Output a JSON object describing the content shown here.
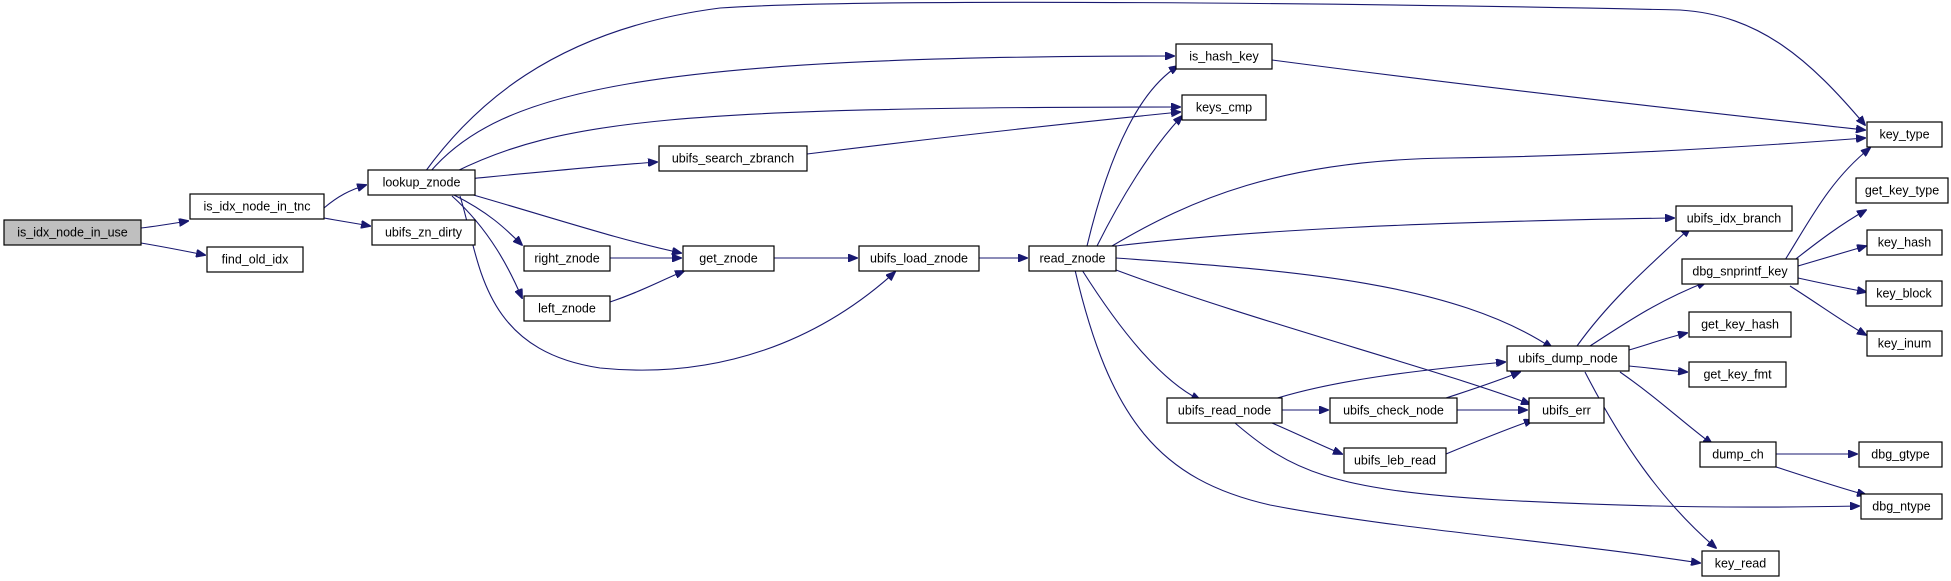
{
  "graph": {
    "root": "is_idx_node_in_use",
    "nodes": {
      "is_idx_node_in_use": "is_idx_node_in_use",
      "is_idx_node_in_tnc": "is_idx_node_in_tnc",
      "find_old_idx": "find_old_idx",
      "lookup_znode": "lookup_znode",
      "ubifs_zn_dirty": "ubifs_zn_dirty",
      "right_znode": "right_znode",
      "left_znode": "left_znode",
      "get_znode": "get_znode",
      "ubifs_load_znode": "ubifs_load_znode",
      "ubifs_search_zbranch": "ubifs_search_zbranch",
      "read_znode": "read_znode",
      "is_hash_key": "is_hash_key",
      "keys_cmp": "keys_cmp",
      "key_type": "key_type",
      "ubifs_idx_branch": "ubifs_idx_branch",
      "ubifs_dump_node": "ubifs_dump_node",
      "ubifs_err": "ubifs_err",
      "ubifs_read_node": "ubifs_read_node",
      "ubifs_check_node": "ubifs_check_node",
      "ubifs_leb_read": "ubifs_leb_read",
      "key_read": "key_read",
      "dbg_snprintf_key": "dbg_snprintf_key",
      "get_key_hash": "get_key_hash",
      "get_key_fmt": "get_key_fmt",
      "dump_ch": "dump_ch",
      "dbg_ntype": "dbg_ntype",
      "get_key_type": "get_key_type",
      "key_hash": "key_hash",
      "key_block": "key_block",
      "key_inum": "key_inum",
      "dbg_gtype": "dbg_gtype"
    },
    "edges": [
      [
        "is_idx_node_in_use",
        "is_idx_node_in_tnc"
      ],
      [
        "is_idx_node_in_use",
        "find_old_idx"
      ],
      [
        "is_idx_node_in_tnc",
        "lookup_znode"
      ],
      [
        "is_idx_node_in_tnc",
        "ubifs_zn_dirty"
      ],
      [
        "lookup_znode",
        "key_type"
      ],
      [
        "lookup_znode",
        "is_hash_key"
      ],
      [
        "lookup_znode",
        "keys_cmp"
      ],
      [
        "lookup_znode",
        "ubifs_search_zbranch"
      ],
      [
        "lookup_znode",
        "get_znode"
      ],
      [
        "lookup_znode",
        "right_znode"
      ],
      [
        "lookup_znode",
        "left_znode"
      ],
      [
        "lookup_znode",
        "ubifs_load_znode"
      ],
      [
        "right_znode",
        "get_znode"
      ],
      [
        "left_znode",
        "get_znode"
      ],
      [
        "get_znode",
        "ubifs_load_znode"
      ],
      [
        "ubifs_search_zbranch",
        "keys_cmp"
      ],
      [
        "ubifs_load_znode",
        "read_znode"
      ],
      [
        "read_znode",
        "is_hash_key"
      ],
      [
        "read_znode",
        "keys_cmp"
      ],
      [
        "read_znode",
        "key_type"
      ],
      [
        "read_znode",
        "ubifs_idx_branch"
      ],
      [
        "read_znode",
        "ubifs_dump_node"
      ],
      [
        "read_znode",
        "ubifs_err"
      ],
      [
        "read_znode",
        "ubifs_read_node"
      ],
      [
        "read_znode",
        "key_read"
      ],
      [
        "is_hash_key",
        "key_type"
      ],
      [
        "ubifs_read_node",
        "ubifs_dump_node"
      ],
      [
        "ubifs_read_node",
        "ubifs_check_node"
      ],
      [
        "ubifs_read_node",
        "ubifs_leb_read"
      ],
      [
        "ubifs_read_node",
        "dbg_ntype"
      ],
      [
        "ubifs_check_node",
        "ubifs_dump_node"
      ],
      [
        "ubifs_check_node",
        "ubifs_err"
      ],
      [
        "ubifs_leb_read",
        "ubifs_err"
      ],
      [
        "ubifs_dump_node",
        "ubifs_idx_branch"
      ],
      [
        "ubifs_dump_node",
        "dbg_snprintf_key"
      ],
      [
        "ubifs_dump_node",
        "get_key_hash"
      ],
      [
        "ubifs_dump_node",
        "get_key_fmt"
      ],
      [
        "ubifs_dump_node",
        "dump_ch"
      ],
      [
        "ubifs_dump_node",
        "key_read"
      ],
      [
        "dbg_snprintf_key",
        "key_type"
      ],
      [
        "dbg_snprintf_key",
        "get_key_type"
      ],
      [
        "dbg_snprintf_key",
        "key_hash"
      ],
      [
        "dbg_snprintf_key",
        "key_block"
      ],
      [
        "dbg_snprintf_key",
        "key_inum"
      ],
      [
        "dump_ch",
        "dbg_gtype"
      ],
      [
        "dump_ch",
        "dbg_ntype"
      ]
    ]
  }
}
